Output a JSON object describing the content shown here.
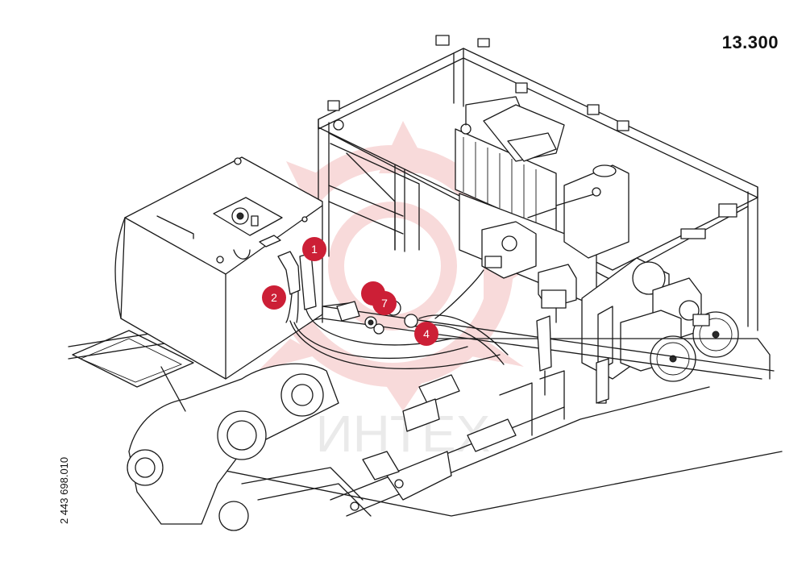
{
  "page_number": "13.300",
  "doc_id": "2 443 698.010",
  "watermark_text": "ИНТЕХ",
  "watermark_color": "#f2c4c4",
  "callout_color": "#cc1f36",
  "callouts": [
    {
      "label": "1"
    },
    {
      "label": "2"
    },
    {
      "label": "7"
    },
    {
      "label": "4"
    }
  ]
}
